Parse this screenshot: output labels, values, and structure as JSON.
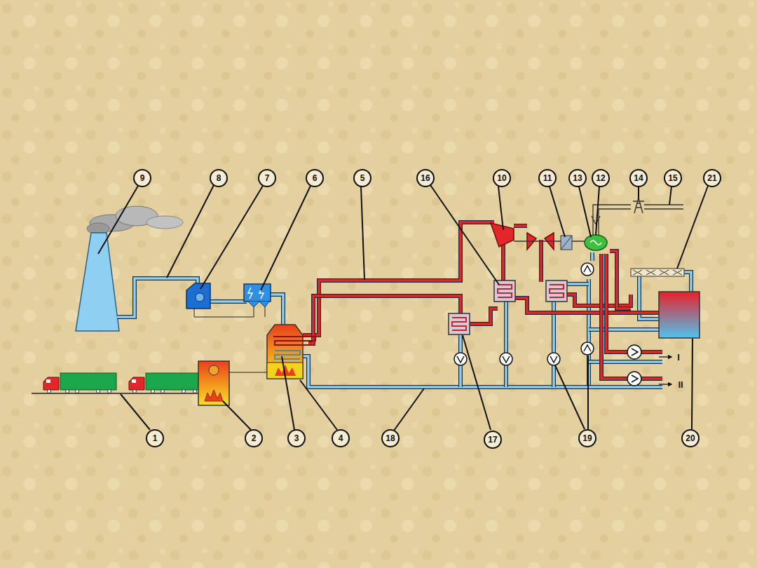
{
  "diagram": {
    "labels": [
      "9",
      "8",
      "7",
      "6",
      "5",
      "16",
      "10",
      "11",
      "13",
      "12",
      "14",
      "15",
      "21",
      "I",
      "II",
      "1",
      "2",
      "3",
      "4",
      "18",
      "17",
      "19",
      "20"
    ]
  }
}
